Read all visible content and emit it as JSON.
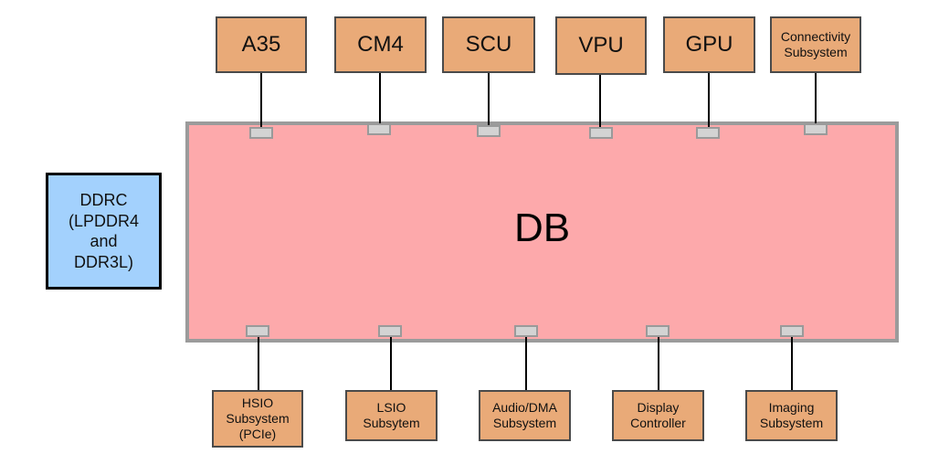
{
  "diagram": {
    "top_blocks": [
      {
        "label": "A35"
      },
      {
        "label": "CM4"
      },
      {
        "label": "SCU"
      },
      {
        "label": "VPU"
      },
      {
        "label": "GPU"
      },
      {
        "label": "Connectivity\nSubsystem"
      }
    ],
    "bottom_blocks": [
      {
        "label": "HSIO\nSubsystem\n(PCIe)"
      },
      {
        "label": "LSIO\nSubsytem"
      },
      {
        "label": "Audio/DMA\nSubsystem"
      },
      {
        "label": "Display\nController"
      },
      {
        "label": "Imaging\nSubsystem"
      }
    ],
    "center_block": {
      "label": "DB"
    },
    "side_block": {
      "label": "DDRC\n(LPDDR4\nand\nDDR3L)"
    },
    "colors": {
      "block_fill": "#e9aa78",
      "db_fill": "#fda9ab",
      "ddrc_fill": "#a3d1fd",
      "port_fill": "#d3d3d3"
    }
  }
}
